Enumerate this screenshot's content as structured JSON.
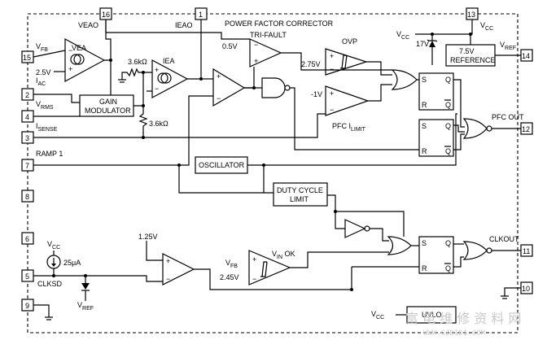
{
  "title": "POWER FACTOR CORRECTOR",
  "pins": {
    "p1": {
      "num": "1",
      "name": "IEAO"
    },
    "p2": {
      "num": "2",
      "name": "I",
      "sub": "AC"
    },
    "p3": {
      "num": "3",
      "name": "I",
      "sub": "SENSE"
    },
    "p4": {
      "num": "4",
      "name": "V",
      "sub": "RMS"
    },
    "p5": {
      "num": "5",
      "name": "CLKSD"
    },
    "p6": {
      "num": "6"
    },
    "p7": {
      "num": "7",
      "name": "RAMP 1"
    },
    "p8": {
      "num": "8"
    },
    "p9": {
      "num": "9"
    },
    "p10": {
      "num": "10"
    },
    "p11": {
      "num": "11",
      "name": "CLKOUT"
    },
    "p12": {
      "num": "12",
      "name": "PFC OUT"
    },
    "p13": {
      "num": "13",
      "name": "V",
      "sub": "CC"
    },
    "p14": {
      "num": "14",
      "name": "V",
      "sub": "REF"
    },
    "p15": {
      "num": "15",
      "name": "V",
      "sub": "FB"
    },
    "p16": {
      "num": "16",
      "name": "VEAO"
    }
  },
  "blocks": {
    "vea": "VEA",
    "iea": "IEA",
    "gain_modulator": [
      "GAIN",
      "MODULATOR"
    ],
    "tri_fault": "TRI-FAULT",
    "ovp": "OVP",
    "pfc_ilimit": {
      "name": "PFC I",
      "sub": "LIMIT"
    },
    "oscillator": "OSCILLATOR",
    "duty_cycle_limit": [
      "DUTY CYCLE",
      "LIMIT"
    ],
    "reference": [
      "7.5V",
      "REFERENCE"
    ],
    "uvlo": "UVLO",
    "vin_ok": {
      "name": "V",
      "sub": "IN",
      "suffix": " OK"
    }
  },
  "labels": {
    "v2_5": "2.5V",
    "r1": "3.6kΩ",
    "r2": "3.6kΩ",
    "v0_5": "0.5V",
    "v2_75": "2.75V",
    "vm1": "-1V",
    "v1_25": "1.25V",
    "vfb2": {
      "name": "V",
      "sub": "FB"
    },
    "v2_45": "2.45V",
    "vcc_top": {
      "name": "V",
      "sub": "CC"
    },
    "zener": "17V",
    "vcc_src": {
      "name": "V",
      "sub": "CC"
    },
    "i25": "25μA",
    "vref_bot": {
      "name": "V",
      "sub": "REF"
    },
    "vcc_uvlo": {
      "name": "V",
      "sub": "CC"
    },
    "s": "S",
    "r": "R",
    "q": "Q",
    "qbar": "Q"
  },
  "watermark": {
    "text": "富 电 维 修 资 料 网",
    "url": "WWW.GZDIDI.COM"
  }
}
